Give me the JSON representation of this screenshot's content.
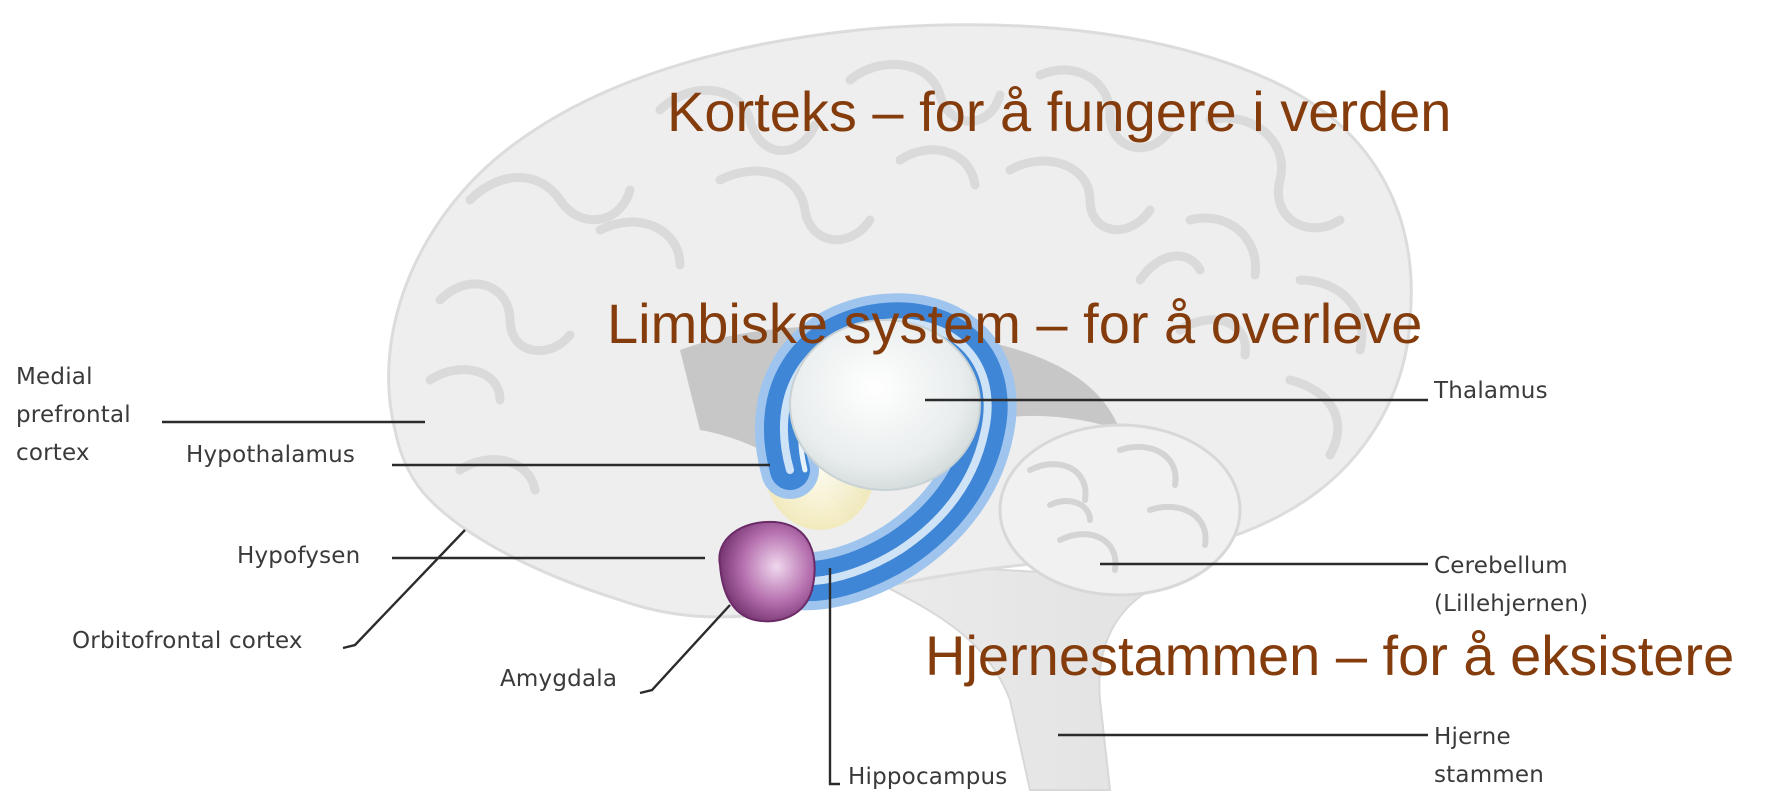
{
  "headings": {
    "cortex": "Korteks – for å fungere i verden",
    "limbic": "Limbiske system – for å overleve",
    "brainstem": "Hjernestammen – for å eksistere"
  },
  "labels": {
    "medial_line1": "Medial",
    "medial_line2": "prefrontal",
    "medial_line3": "cortex",
    "hypothalamus": "Hypothalamus",
    "hypofysen": "Hypofysen",
    "orbitofrontal": "Orbitofrontal cortex",
    "amygdala": "Amygdala",
    "hippocampus": "Hippocampus",
    "thalamus": "Thalamus",
    "cerebellum_line1": "Cerebellum",
    "cerebellum_line2": "(Lillehjernen)",
    "hjerne_line1": "Hjerne",
    "hjerne_line2": "stammen"
  },
  "colors": {
    "heading": "#843c0c",
    "label_text": "#3a3a3a",
    "brain_fill": "#ededed",
    "limbic_blue": "#3f86d6",
    "amygdala_purple": "#8a3d84",
    "hypothalamus_yellow": "#f4eec0"
  }
}
